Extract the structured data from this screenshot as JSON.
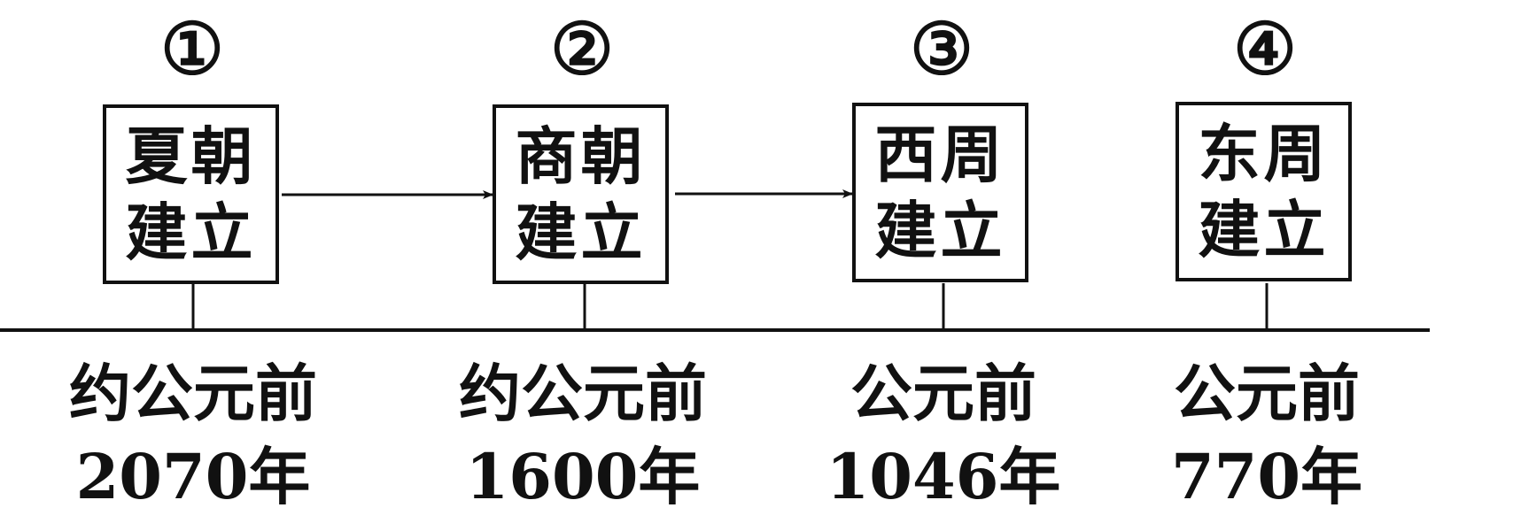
{
  "events": [
    {
      "marker": "①",
      "box_lines": [
        "夏朝",
        "建立"
      ],
      "date_lines": [
        "约公元前",
        "2070年"
      ]
    },
    {
      "marker": "②",
      "box_lines": [
        "商朝",
        "建立"
      ],
      "date_lines": [
        "约公元前",
        "1600年"
      ]
    },
    {
      "marker": "③",
      "box_lines": [
        "西周",
        "建立"
      ],
      "date_lines": [
        "公元前",
        "1046年"
      ]
    },
    {
      "marker": "④",
      "box_lines": [
        "东周",
        "建立"
      ],
      "date_lines": [
        "公元前",
        "770年"
      ]
    }
  ],
  "colors": {
    "line": "#111111",
    "background": "#ffffff"
  }
}
